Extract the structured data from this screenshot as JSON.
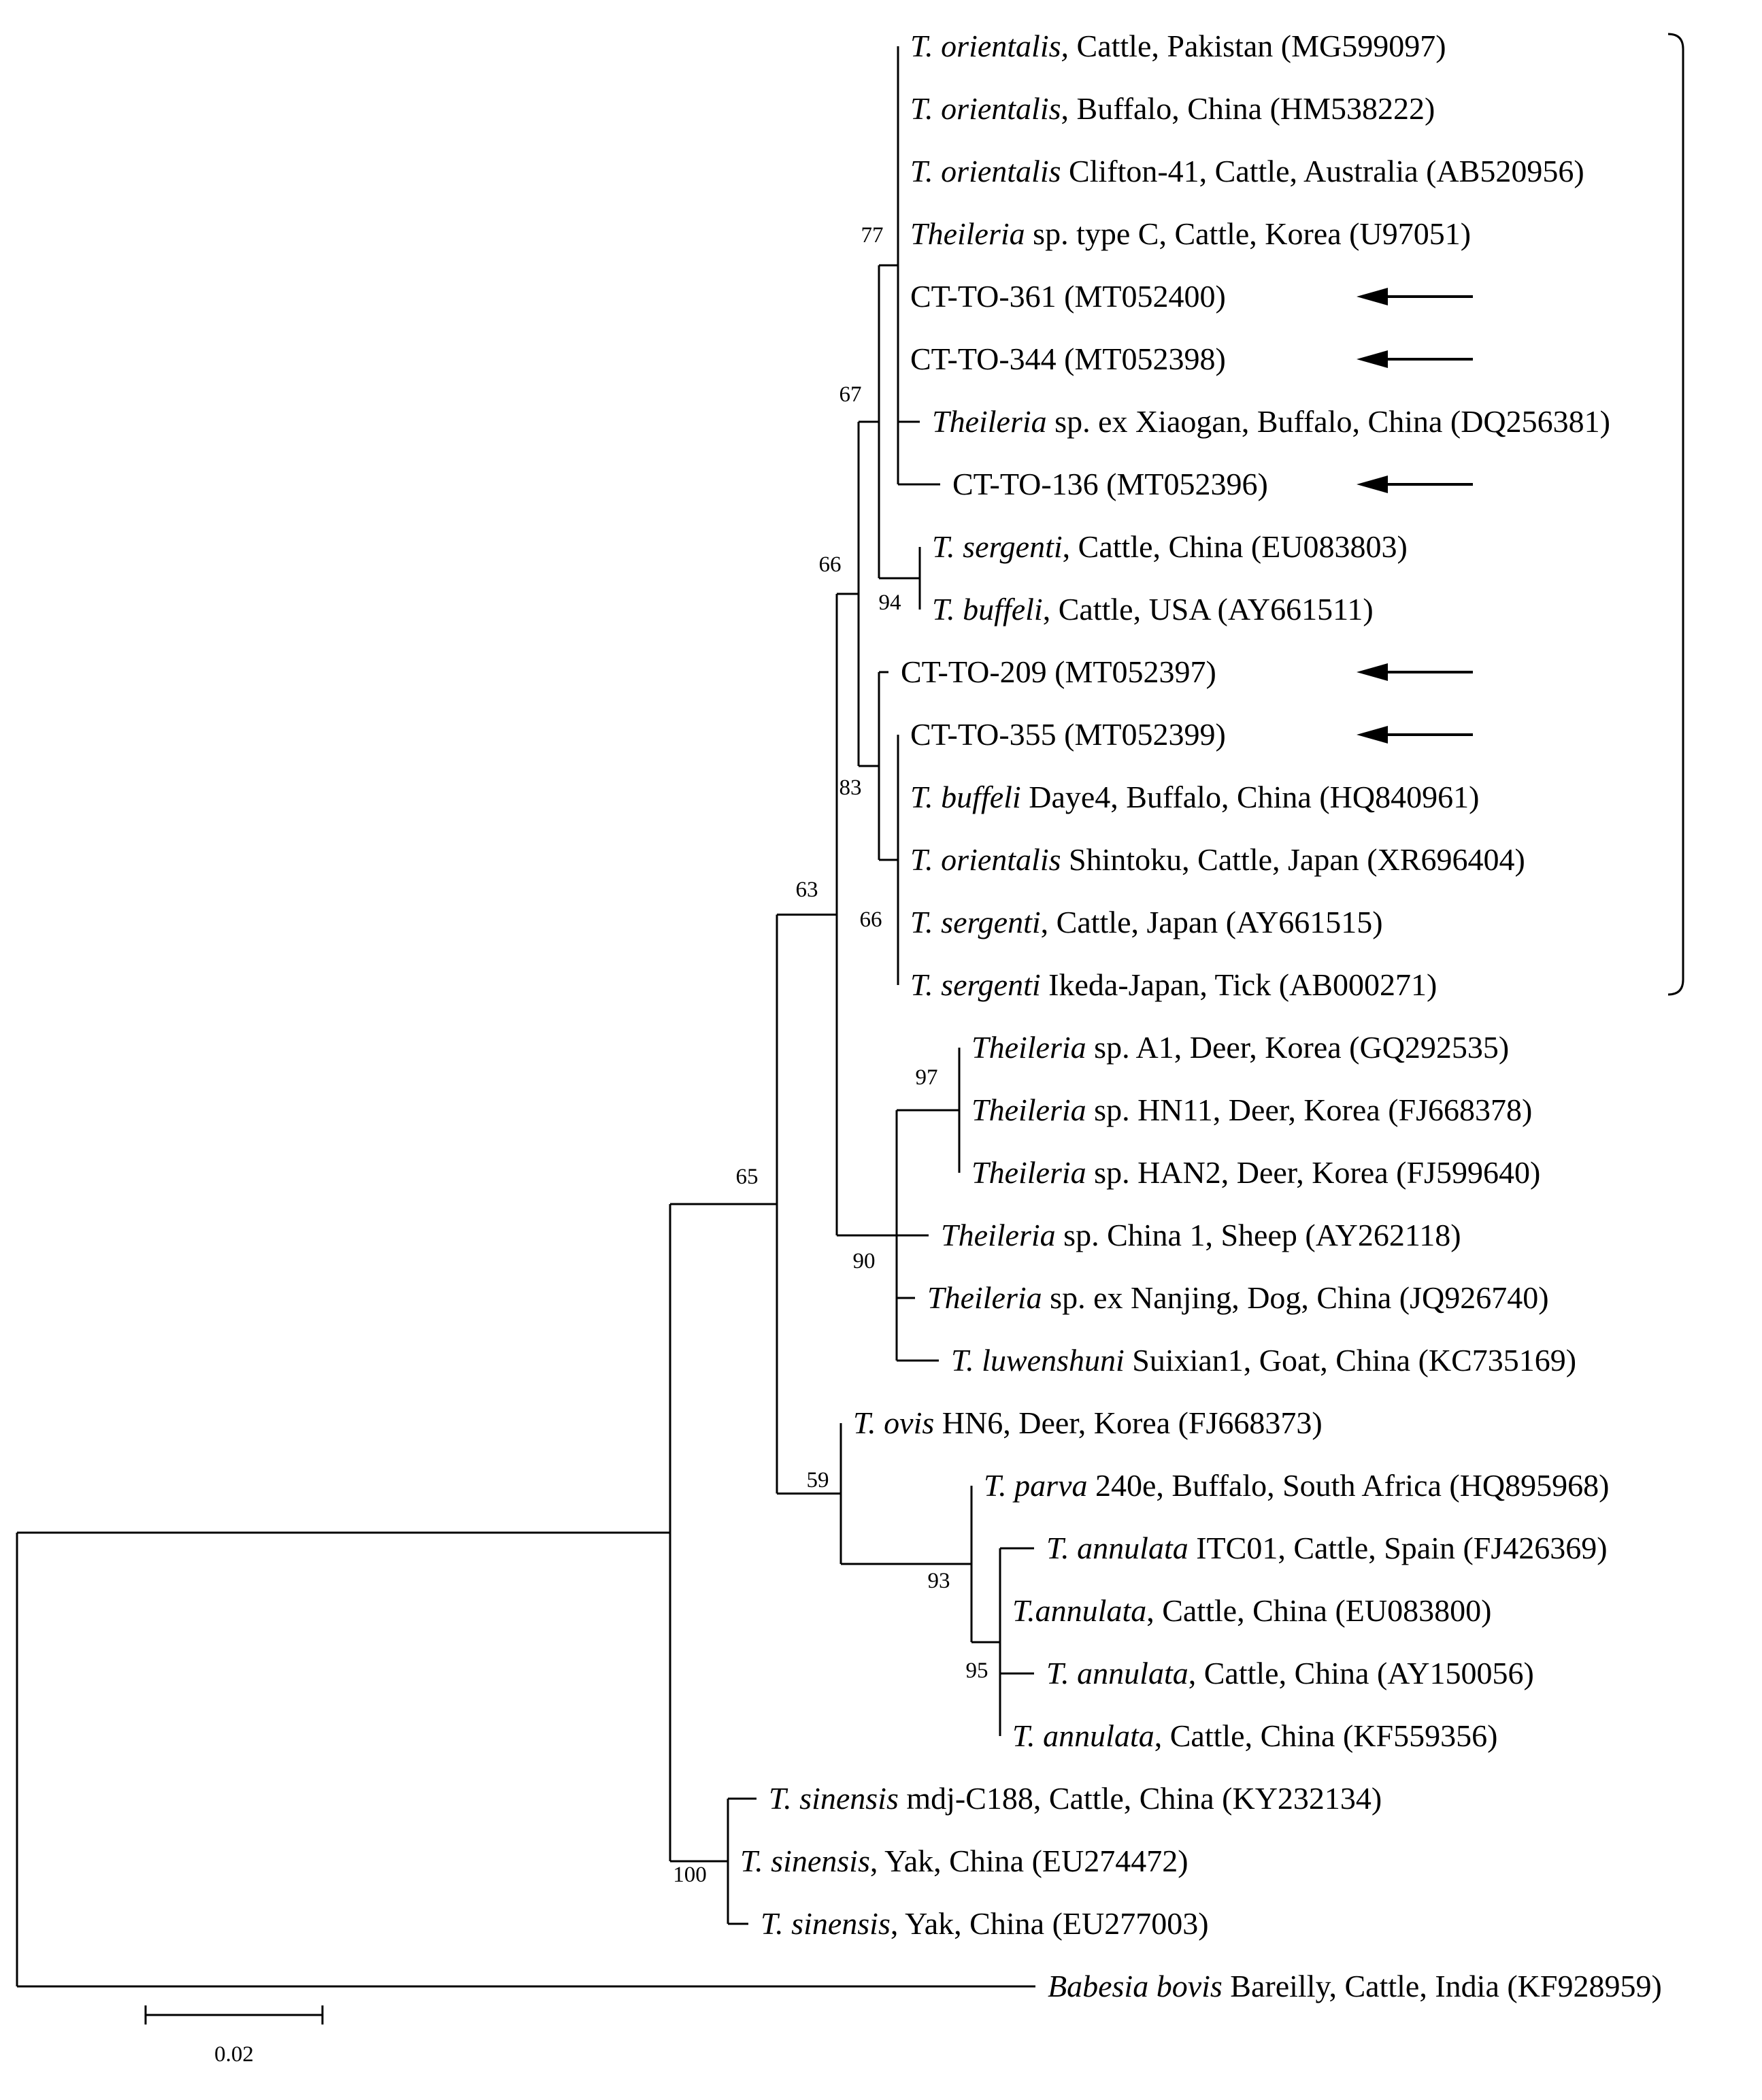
{
  "leaves": [
    {
      "id": "L1",
      "italic": "T. orientalis,",
      "plain": " Cattle, Pakistan (MG599097)"
    },
    {
      "id": "L2",
      "italic": "T. orientalis",
      "plain": ", Buffalo, China (HM538222)"
    },
    {
      "id": "L3",
      "italic": "T. orientalis",
      "plain": " Clifton-41, Cattle, Australia (AB520956)"
    },
    {
      "id": "L4",
      "italic": "Theileria",
      "plain": " sp. type C, Cattle, Korea (U97051)"
    },
    {
      "id": "L5",
      "italic": "",
      "plain": "CT-TO-361 (MT052400)",
      "arrow": true
    },
    {
      "id": "L6",
      "italic": "",
      "plain": "CT-TO-344 (MT052398)",
      "arrow": true
    },
    {
      "id": "L7",
      "italic": "Theileria",
      "plain": " sp. ex Xiaogan, Buffalo, China (DQ256381)"
    },
    {
      "id": "L8",
      "italic": "",
      "plain": "CT-TO-136 (MT052396)",
      "arrow": true
    },
    {
      "id": "L9",
      "italic": "T. sergenti",
      "plain": ", Cattle, China (EU083803)"
    },
    {
      "id": "L10",
      "italic": "T. buffeli",
      "plain": ", Cattle, USA (AY661511)"
    },
    {
      "id": "L11",
      "italic": "",
      "plain": "CT-TO-209 (MT052397)",
      "arrow": true
    },
    {
      "id": "L12",
      "italic": "",
      "plain": "CT-TO-355 (MT052399)",
      "arrow": true
    },
    {
      "id": "L13",
      "italic": "T. buffeli",
      "plain": " Daye4, Buffalo, China (HQ840961)"
    },
    {
      "id": "L14",
      "italic": "T. orientalis",
      "plain": " Shintoku, Cattle, Japan (XR696404)"
    },
    {
      "id": "L15",
      "italic": "T. sergenti",
      "plain": ", Cattle, Japan (AY661515)"
    },
    {
      "id": "L16",
      "italic": "T. sergenti",
      "plain": " Ikeda-Japan, Tick (AB000271)"
    },
    {
      "id": "L17",
      "italic": "Theileria",
      "plain": " sp. A1, Deer, Korea (GQ292535)"
    },
    {
      "id": "L18",
      "italic": "Theileria",
      "plain": " sp. HN11, Deer, Korea (FJ668378)"
    },
    {
      "id": "L19",
      "italic": "Theileria",
      "plain": " sp. HAN2, Deer, Korea (FJ599640)"
    },
    {
      "id": "L20",
      "italic": "Theileria",
      "plain": " sp. China 1, Sheep (AY262118)"
    },
    {
      "id": "L21",
      "italic": "Theileria",
      "plain": " sp. ex Nanjing, Dog, China (JQ926740)"
    },
    {
      "id": "L22",
      "italic": "T. luwenshuni",
      "plain": " Suixian1, Goat, China (KC735169)"
    },
    {
      "id": "L23",
      "italic": "T. ovis",
      "plain": " HN6, Deer, Korea (FJ668373)"
    },
    {
      "id": "L24",
      "italic": "T. parva",
      "plain": " 240e, Buffalo, South Africa (HQ895968)"
    },
    {
      "id": "L25",
      "italic": "T. annulata",
      "plain": " ITC01, Cattle, Spain (FJ426369)"
    },
    {
      "id": "L26",
      "italic": "T.annulata",
      "plain": ", Cattle, China (EU083800)"
    },
    {
      "id": "L27",
      "italic": "T. annulata",
      "plain": ", Cattle, China (AY150056)"
    },
    {
      "id": "L28",
      "italic": "T. annulata",
      "plain": ", Cattle, China (KF559356)"
    },
    {
      "id": "L29",
      "italic": "T. sinensis",
      "plain": " mdj-C188, Cattle, China (KY232134)"
    },
    {
      "id": "L30",
      "italic": "T. sinensis",
      "plain": ", Yak, China (EU274472)"
    },
    {
      "id": "L31",
      "italic": "T. sinensis",
      "plain": ", Yak, China (EU277003)"
    },
    {
      "id": "L32",
      "italic": "Babesia bovis",
      "plain": " Bareilly, Cattle, India (KF928959)"
    }
  ],
  "bootstrap": [
    "77",
    "67",
    "94",
    "66",
    "83",
    "66",
    "63",
    "97",
    "90",
    "65",
    "59",
    "93",
    "95",
    "100"
  ],
  "scale_bar": {
    "value": 0.02,
    "label": "0.02"
  }
}
